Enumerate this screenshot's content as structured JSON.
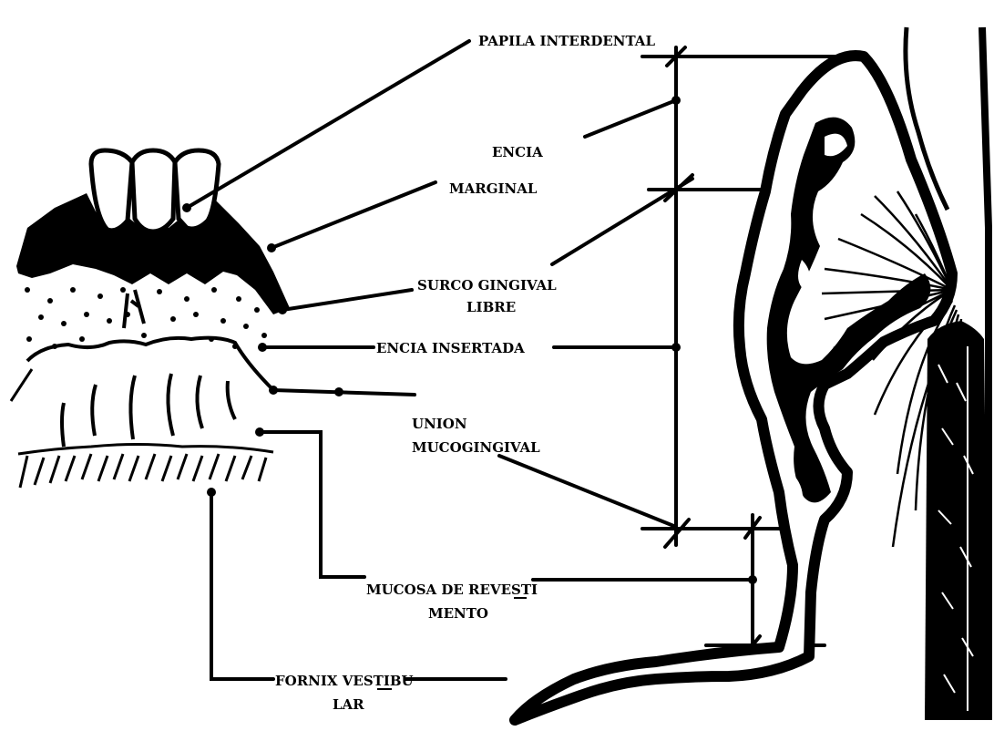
{
  "labels": {
    "papila": "PAPILA INTERDENTAL",
    "encia": "ENCIA",
    "marginal": "MARGINAL",
    "surco_1": "SURCO GINGIVAL",
    "surco_2": "LIBRE",
    "insertada": "ENCIA INSERTADA",
    "union_1": "UNION",
    "union_2": "MUCOGINGIVAL",
    "mucosa_1": "MUCOSA DE REVESTI",
    "mucosa_2": "MENTO",
    "fornix_1": "FORNIX VESTIBU",
    "fornix_2": "LAR"
  }
}
